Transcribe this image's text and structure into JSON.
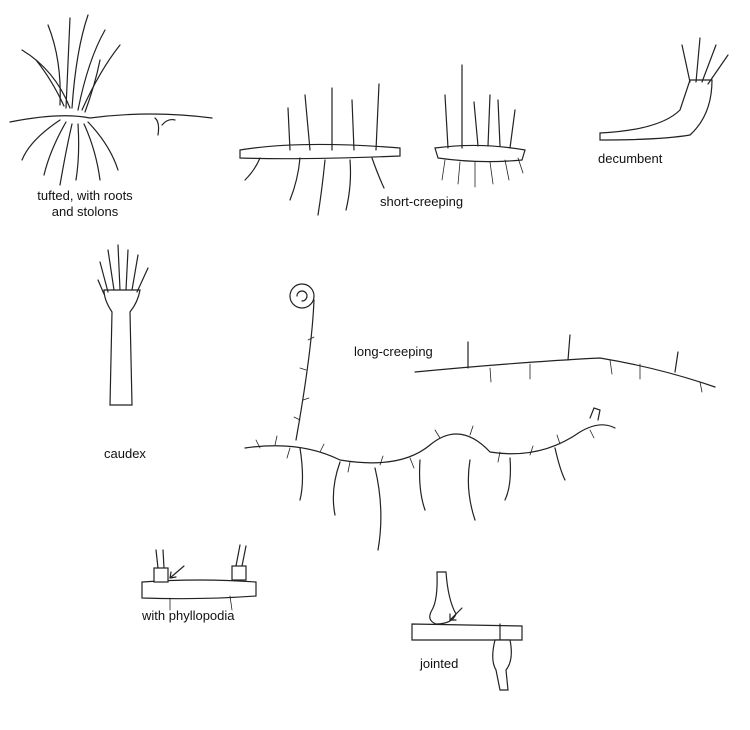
{
  "labels": {
    "tufted_line1": "tufted, with roots",
    "tufted_line2": "and stolons",
    "short_creeping": "short-creeping",
    "decumbent": "decumbent",
    "caudex": "caudex",
    "long_creeping": "long-creeping",
    "phyllopodia": "with phyllopodia",
    "jointed": "jointed"
  }
}
